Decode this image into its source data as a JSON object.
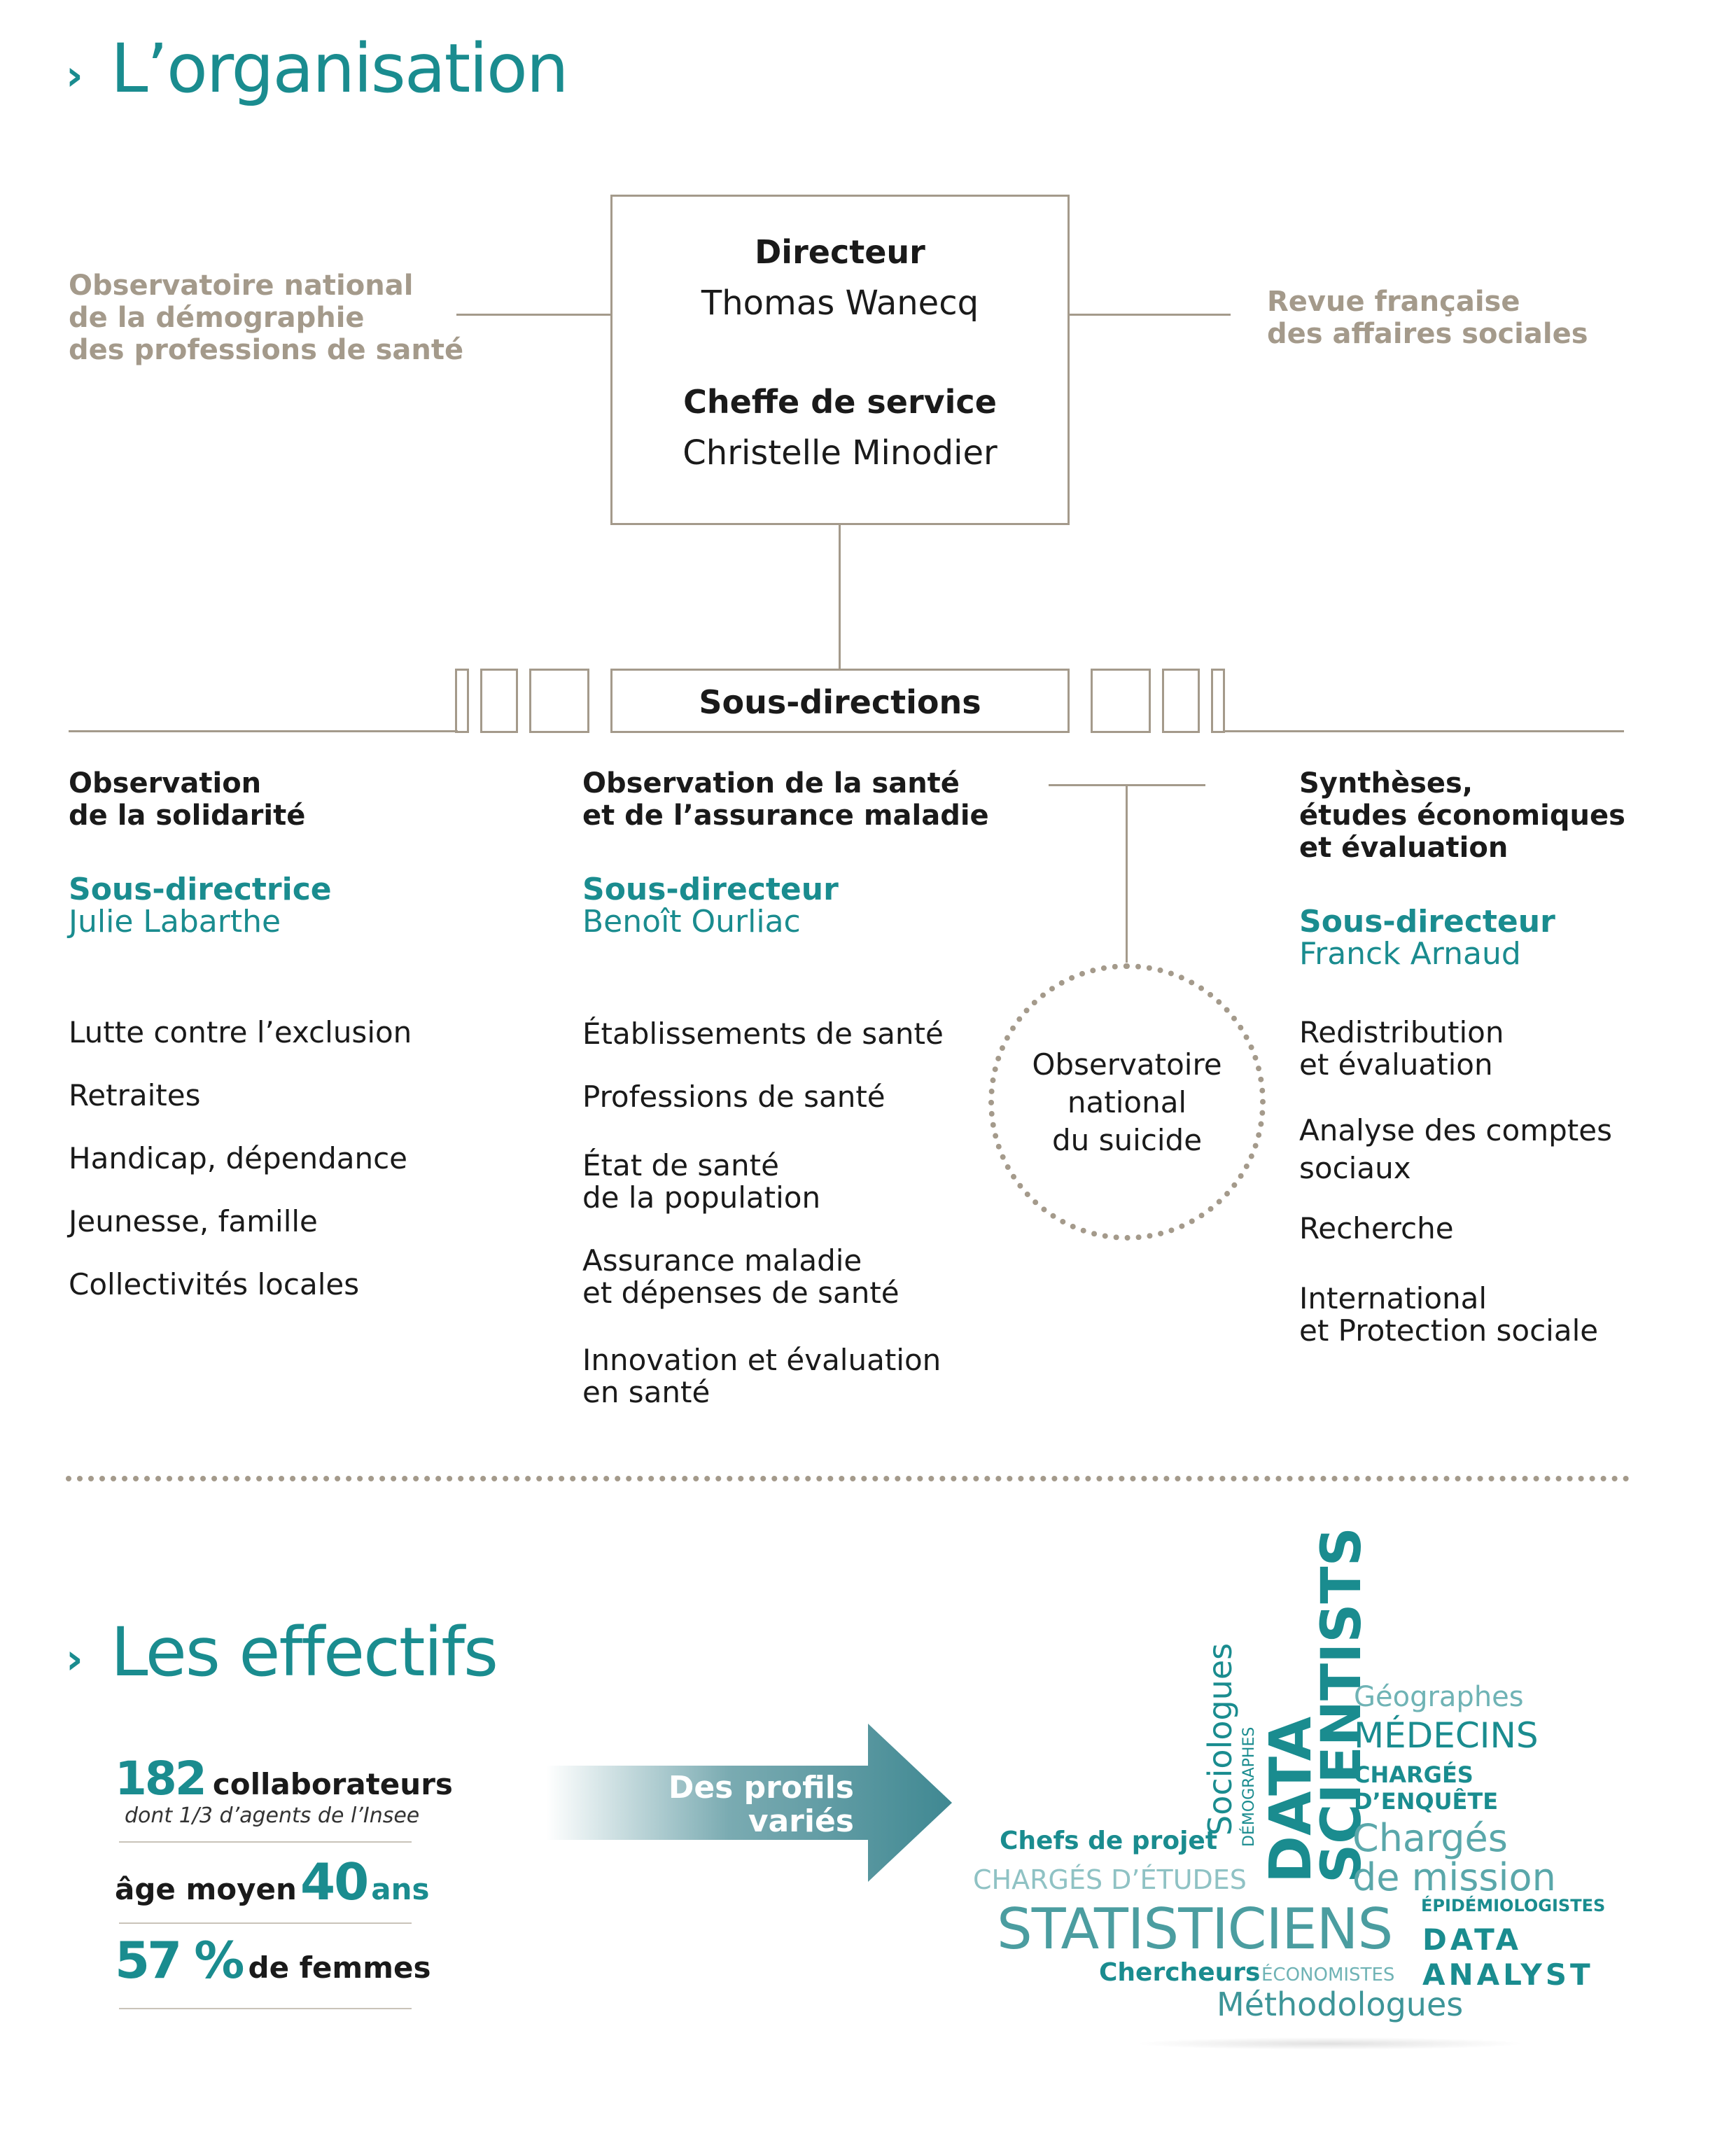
{
  "organisation": {
    "title": "L’organisation",
    "left_side": [
      "Observatoire national",
      "de la démographie",
      "des professions de santé"
    ],
    "right_side": [
      "Revue française",
      "des affaires sociales"
    ],
    "top_box": {
      "director_label": "Directeur",
      "director_name": "Thomas Wanecq",
      "chief_label": "Cheffe de service",
      "chief_name": "Christelle Minodier"
    },
    "sub_directions_label": "Sous-directions",
    "columns": [
      {
        "title": [
          "Observation",
          "de la solidarité"
        ],
        "role": "Sous-directrice",
        "person": "Julie Labarthe",
        "items": [
          [
            "Lutte contre l’exclusion"
          ],
          [
            "Retraites"
          ],
          [
            "Handicap, dépendance"
          ],
          [
            "Jeunesse, famille"
          ],
          [
            "Collectivités locales"
          ]
        ]
      },
      {
        "title": [
          "Observation de la santé",
          "et de l’assurance maladie"
        ],
        "role": "Sous-directeur",
        "person": "Benoît Ourliac",
        "items": [
          [
            "Établissements de santé"
          ],
          [
            "Professions de santé"
          ],
          [
            "État de santé",
            "de la population"
          ],
          [
            "Assurance maladie",
            "et dépenses de santé"
          ],
          [
            "Innovation et évaluation",
            "en santé"
          ]
        ]
      },
      {
        "title": [
          "Synthèses,",
          "études économiques",
          "et évaluation"
        ],
        "role": "Sous-directeur",
        "person": "Franck Arnaud",
        "items": [
          [
            "Redistribution",
            "et évaluation"
          ],
          [
            "Analyse des comptes",
            "sociaux"
          ],
          [
            "Recherche"
          ],
          [
            "International",
            "et Protection sociale"
          ]
        ]
      }
    ],
    "observatory": [
      "Observatoire",
      "national",
      "du suicide"
    ]
  },
  "effectifs": {
    "title": "Les effectifs",
    "stat1_number": "182",
    "stat1_label": "collaborateurs",
    "stat1_sub": "dont 1/3 d’agents de l’Insee",
    "stat2_prefix": "âge moyen",
    "stat2_number": "40",
    "stat2_suffix": "ans",
    "stat3_number": "57 %",
    "stat3_suffix": "de femmes",
    "arrow_label": [
      "Des profils",
      "variés"
    ],
    "word_cloud": {
      "sociologues": "Sociologues",
      "demographes": "DÉMOGRAPHES",
      "data": "DATA",
      "scientists": "SCIENTISTS",
      "geographes": "Géographes",
      "medecins": "MÉDECINS",
      "charges_enquete_1": "CHARGÉS",
      "charges_enquete_2": "D’ENQUÊTE",
      "charges_mission_1": "Chargés",
      "charges_mission_2": "de mission",
      "chefs_projet": "Chefs de projet",
      "charges_etudes": "CHARGÉS D’ÉTUDES",
      "epidemiologistes": "ÉPIDÉMIOLOGISTES",
      "statisticiens": "STATISTICIENS",
      "data_analyst_1": "DATA",
      "data_analyst_2": "ANALYST",
      "chercheurs": "Chercheurs",
      "economistes": "ÉCONOMISTES",
      "methodologues": "Méthodologues"
    }
  },
  "colors": {
    "accent": "#1a8c8f",
    "line": "#a49a8b"
  }
}
